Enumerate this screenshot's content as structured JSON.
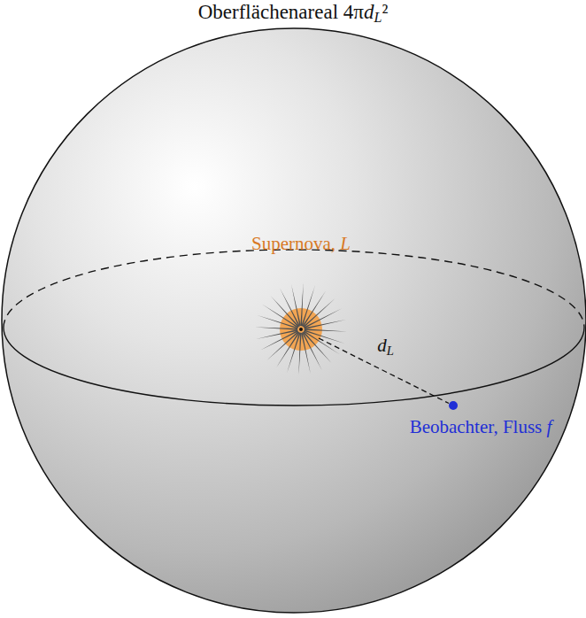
{
  "diagram": {
    "nodes": [
      {
        "text": [
          "Oberflächenareal 4πdL²"
        ]
      },
      {
        "text": [
          "Supernova, L"
        ],
        "in": 0
      },
      {
        "text": [
          "Beobachter, Fluss f"
        ],
        "in": 0
      }
    ],
    "edges": [
      {
        "from": 1,
        "to": 2,
        "arrow": "none",
        "label": "dL"
      }
    ]
  }
}
